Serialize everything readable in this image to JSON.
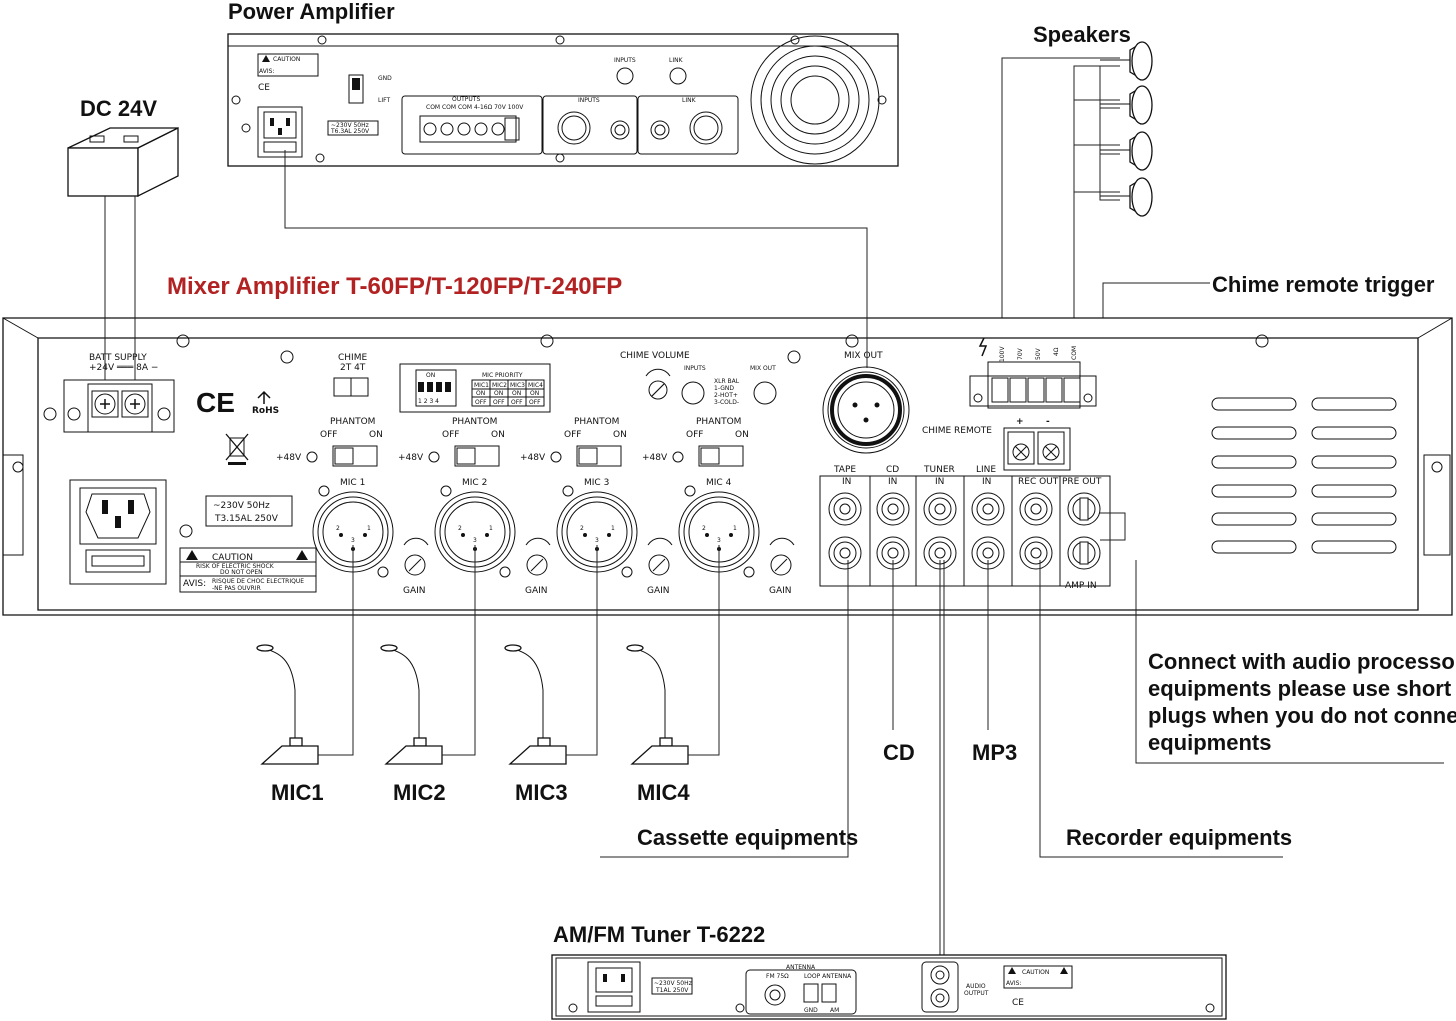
{
  "labels": {
    "power_amplifier": "Power Amplifier",
    "dc24v": "DC 24V",
    "speakers": "Speakers",
    "mixer_title": "Mixer Amplifier   T-60FP/T-120FP/T-240FP",
    "chime_remote_trigger": "Chime remote trigger",
    "connect_note": [
      "Connect with audio processor",
      "equipments please use short",
      "plugs when you do not connect",
      "equipments"
    ],
    "cd": "CD",
    "mp3": "MP3",
    "mics": [
      "MIC1",
      "MIC2",
      "MIC3",
      "MIC4"
    ],
    "cassette": "Cassette equipments",
    "recorder": "Recorder equipments",
    "tuner": "AM/FM Tuner T-6222"
  },
  "mixer_panel": {
    "batt_supply": "BATT SUPPLY",
    "batt_pol": "+24V ═══ 8A  −",
    "chime": "CHIME",
    "chime_sel": "2T   4T",
    "mic_priority": "MIC  PRIORITY",
    "dip_on": "ON",
    "dip_nums": "1 2 3 4",
    "prio_cols": [
      "MIC1",
      "MIC2",
      "MIC3",
      "MIC4"
    ],
    "prio_on": "ON",
    "prio_off": "OFF",
    "chime_volume": "CHIME  VOLUME",
    "inputs": "INPUTS",
    "mix_out_small": "MIX OUT",
    "xlr_text": [
      "XLR BAL",
      "1-GND",
      "2-HOT+",
      "3-COLD-"
    ],
    "mix_out": "MIX OUT",
    "speaker_terms": [
      "100V",
      "70V",
      "50V",
      "4Ω",
      "COM"
    ],
    "chime_remote": "CHIME REMOTE",
    "plus": "+",
    "minus": "-",
    "phantom": "PHANTOM",
    "off": "OFF",
    "on": "ON",
    "plus48": "+48V",
    "mic_labels": [
      "MIC 1",
      "MIC 2",
      "MIC 3",
      "MIC 4"
    ],
    "pins": [
      "2",
      "1",
      "3"
    ],
    "gain": "GAIN",
    "rca_labels": [
      [
        "TAPE",
        "IN"
      ],
      [
        "CD",
        "IN"
      ],
      [
        "TUNER",
        "IN"
      ],
      [
        "LINE",
        "IN"
      ],
      [
        "REC OUT",
        ""
      ],
      [
        "PRE OUT",
        ""
      ]
    ],
    "amp_in": "AMP IN",
    "mains": [
      "~230V 50Hz",
      "T3.15AL 250V"
    ],
    "caution": "CAUTION",
    "caution_lines": [
      "RISK OF ELECTRIC SHOCK",
      "DO NOT OPEN"
    ],
    "avis": "AVIS:",
    "avis_lines": [
      "RISQUE DE CHOC ELECTRIQUE",
      "-NE PAS OUVRIR"
    ],
    "ce": "CE",
    "rohs": "RoHS"
  },
  "power_amp_panel": {
    "gnd": "GND",
    "lift": "LIFT",
    "outputs": "OUTPUTS",
    "output_terms": "COM  COM   COM 4-16Ω  70V   100V",
    "inputs": "INPUTS",
    "link": "LINK",
    "mains": [
      "~230V 50Hz",
      "T6.3AL 250V"
    ],
    "caution": "CAUTION",
    "avis": "AVIS:",
    "ce": "CE"
  },
  "tuner_panel": {
    "antenna": "ANTENNA",
    "fm": "FM 75Ω",
    "loop": "LOOP ANTENNA",
    "gnd": "GND",
    "am": "AM",
    "audio_output": [
      "AUDIO",
      "OUTPUT"
    ],
    "mains": [
      "~230V 50Hz",
      "T1AL 250V"
    ],
    "caution": "CAUTION",
    "avis": "AVIS:",
    "ce": "CE"
  },
  "colors": {
    "title_red": "#b22222",
    "line": "#111111"
  }
}
